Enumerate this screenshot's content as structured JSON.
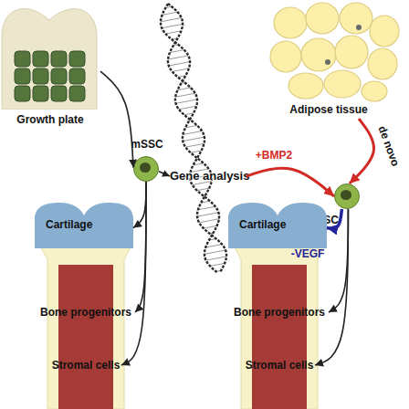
{
  "diagram": {
    "nodes": [
      {
        "text": [
          "Growth plate"
        ]
      },
      {
        "text": [
          "mSSC"
        ]
      },
      {
        "text": [
          "Gene analysis"
        ]
      },
      {
        "text": [
          "Adipose tissue"
        ]
      },
      {
        "text": [
          "imSSC"
        ]
      },
      {
        "text": [
          "Cartilage"
        ]
      },
      {
        "text": [
          "Bone progenitors"
        ]
      },
      {
        "text": [
          "Stromal cells"
        ]
      },
      {
        "text": [
          "Cartilage"
        ]
      },
      {
        "text": [
          "Bone progenitors"
        ]
      },
      {
        "text": [
          "Stromal cells"
        ]
      }
    ],
    "edges": [
      {
        "from": 0,
        "to": 1,
        "arrow": "to"
      },
      {
        "from": 1,
        "to": 2,
        "arrow": "to"
      },
      {
        "from": 2,
        "to": 4,
        "label": "+BMP2",
        "arrow": "to"
      },
      {
        "from": 3,
        "to": 4,
        "label": "de novo",
        "arrow": "to"
      },
      {
        "from": 1,
        "to": 5,
        "arrow": "to"
      },
      {
        "from": 1,
        "to": 6,
        "arrow": "to"
      },
      {
        "from": 1,
        "to": 7,
        "arrow": "to"
      },
      {
        "from": 4,
        "to": 8,
        "label": "-VEGF",
        "arrow": "to"
      },
      {
        "from": 4,
        "to": 9,
        "arrow": "to"
      },
      {
        "from": 4,
        "to": 10,
        "arrow": "to"
      }
    ]
  }
}
